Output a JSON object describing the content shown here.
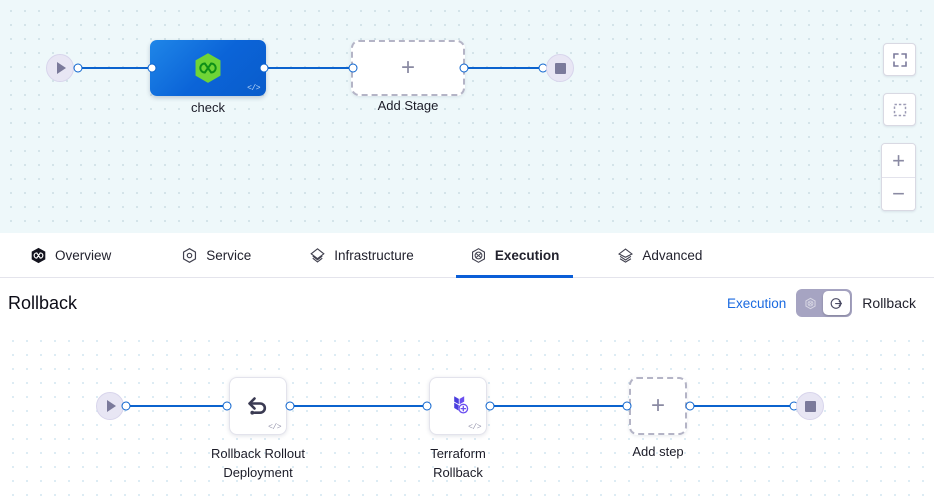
{
  "top_canvas": {
    "name": "pipeline-stage-canvas",
    "background_color": "#eef8fa",
    "start_node": {
      "icon": "play-icon",
      "label": ""
    },
    "end_node": {
      "icon": "stop-icon",
      "label": ""
    },
    "stages": [
      {
        "id": "check",
        "label": "check",
        "icon": "harness-hexagon-icon",
        "code_badge": "</>",
        "type": "stage",
        "accent": "#0b64d8"
      },
      {
        "id": "add-stage",
        "label": "Add Stage",
        "icon": "plus-icon",
        "type": "add"
      }
    ],
    "controls": [
      {
        "name": "fit-to-screen-button",
        "icon": "expand-icon"
      },
      {
        "name": "select-area-button",
        "icon": "dashed-square-icon"
      },
      {
        "name": "zoom-in-button",
        "icon": "plus-icon",
        "label": "+"
      },
      {
        "name": "zoom-out-button",
        "icon": "minus-icon",
        "label": "−"
      }
    ]
  },
  "tabs": [
    {
      "id": "overview",
      "label": "Overview",
      "icon": "overview-hexagon-icon",
      "active": false
    },
    {
      "id": "service",
      "label": "Service",
      "icon": "service-icon",
      "active": false
    },
    {
      "id": "infrastructure",
      "label": "Infrastructure",
      "icon": "infrastructure-layers-icon",
      "active": false
    },
    {
      "id": "execution",
      "label": "Execution",
      "icon": "execution-icon",
      "active": true
    },
    {
      "id": "advanced",
      "label": "Advanced",
      "icon": "advanced-layers-icon",
      "active": false
    }
  ],
  "tab_accent_color": "#0b5ed7",
  "rollback_header": {
    "title": "Rollback",
    "switch": {
      "left_label": "Execution",
      "right_label": "Rollback",
      "left_label_color": "#1a6ae0",
      "selected": "Rollback",
      "track_color": "#a6a4c2",
      "left_icon": "execution-icon",
      "knob_icon": "rollback-arrow-icon"
    }
  },
  "bottom_canvas": {
    "name": "rollback-step-canvas",
    "start_node": {
      "icon": "play-icon"
    },
    "end_node": {
      "icon": "stop-icon"
    },
    "steps": [
      {
        "id": "rollback-rollout-deployment",
        "label_line1": "Rollback Rollout",
        "label_line2": "Deployment",
        "icon": "undo-arrow-icon",
        "code_badge": "</>",
        "type": "step"
      },
      {
        "id": "terraform-rollback",
        "label_line1": "Terraform",
        "label_line2": "Rollback",
        "icon": "terraform-icon",
        "code_badge": "</>",
        "type": "step",
        "accent": "#5c4ee5"
      },
      {
        "id": "add-step",
        "label_line1": "Add step",
        "label_line2": "",
        "icon": "plus-icon",
        "type": "add"
      }
    ]
  }
}
